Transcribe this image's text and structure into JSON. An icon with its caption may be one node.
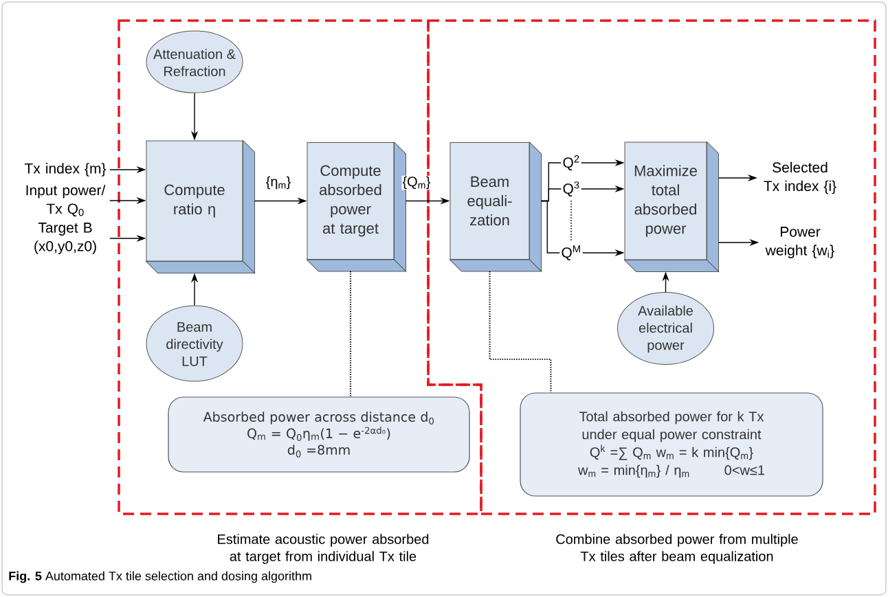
{
  "diagram": {
    "caption": "**Fig. 5** Automated Tx tile selection and dosing algorithm",
    "nodes": [
      {
        "text": [
          "Estimate acoustic power absorbed at target from individual Tx tile"
        ]
      },
      {
        "text": [
          "Combine absorbed power from multiple Tx tiles after beam equalization"
        ]
      },
      {
        "text": [
          "Tx index {m}"
        ]
      },
      {
        "text": [
          "Input power/ Tx Q$_{0}$"
        ]
      },
      {
        "text": [
          "Target B (x0,y0,z0)"
        ]
      },
      {
        "text": [
          "Attenuation & Refraction"
        ],
        "in": 0
      },
      {
        "text": [
          "Compute ratio η"
        ],
        "in": 0
      },
      {
        "text": [
          "Beam directivity LUT"
        ],
        "in": 0
      },
      {
        "text": [
          "Compute absorbed power at target"
        ],
        "in": 0
      },
      {
        "text": [
          "Absorbed power across distance d$_{0}$",
          "Q$_{m}$ = Q$_{0}$η$_{m}$(1 − e$^{-2αd₀}$)",
          "d$_{0}$ =8mm"
        ],
        "in": 0
      },
      {
        "text": [
          "Beam equali- zation"
        ],
        "in": 1
      },
      {
        "text": [
          "Q$^{2}$"
        ],
        "in": 1
      },
      {
        "text": [
          "Q$^{3}$"
        ],
        "in": 1
      },
      {
        "text": [
          "Q$^{M}$"
        ],
        "in": 1
      },
      {
        "text": [
          "Maximize total absorbed power"
        ],
        "in": 1
      },
      {
        "text": [
          "Selected Tx index {i}"
        ],
        "in": 1
      },
      {
        "text": [
          "Power weight {w$_{i}$}"
        ],
        "in": 1
      },
      {
        "text": [
          "Available electrical power"
        ],
        "in": 1
      },
      {
        "text": [
          "Total absorbed power for k Tx under equal power constraint",
          "Q$^{k}$ =∑ Q$_{m}$ w$_{m}$ = k min{Q$_{m}$}",
          "w$_{m}$ = min{η$_{m}$} / η$_{m}$",
          "0<w≤1"
        ],
        "in": 1
      }
    ],
    "edges": [
      {
        "from": 2,
        "to": 6,
        "arrow": "to"
      },
      {
        "from": 3,
        "to": 6,
        "arrow": "to"
      },
      {
        "from": 4,
        "to": 6,
        "arrow": "to"
      },
      {
        "from": 5,
        "to": 6,
        "arrow": "to"
      },
      {
        "from": 7,
        "to": 6,
        "arrow": "to"
      },
      {
        "from": 6,
        "to": 8,
        "arrow": "to",
        "label": "{η$_{m}$}"
      },
      {
        "from": 8,
        "to": 10,
        "arrow": "to",
        "label": "{Q$_{m}$}"
      },
      {
        "from": 8,
        "to": 9,
        "arrow": "none",
        "style": "dashed"
      },
      {
        "from": 10,
        "to": 11,
        "arrow": "none"
      },
      {
        "from": 10,
        "to": 12,
        "arrow": "none"
      },
      {
        "from": 10,
        "to": 13,
        "arrow": "none"
      },
      {
        "from": 11,
        "to": 14,
        "arrow": "to"
      },
      {
        "from": 12,
        "to": 14,
        "arrow": "to"
      },
      {
        "from": 13,
        "to": 14,
        "arrow": "to"
      },
      {
        "from": 14,
        "to": 15,
        "arrow": "to"
      },
      {
        "from": 14,
        "to": 16,
        "arrow": "to"
      },
      {
        "from": 17,
        "to": 14,
        "arrow": "to"
      },
      {
        "from": 10,
        "to": 18,
        "arrow": "none",
        "style": "dashed"
      }
    ]
  }
}
